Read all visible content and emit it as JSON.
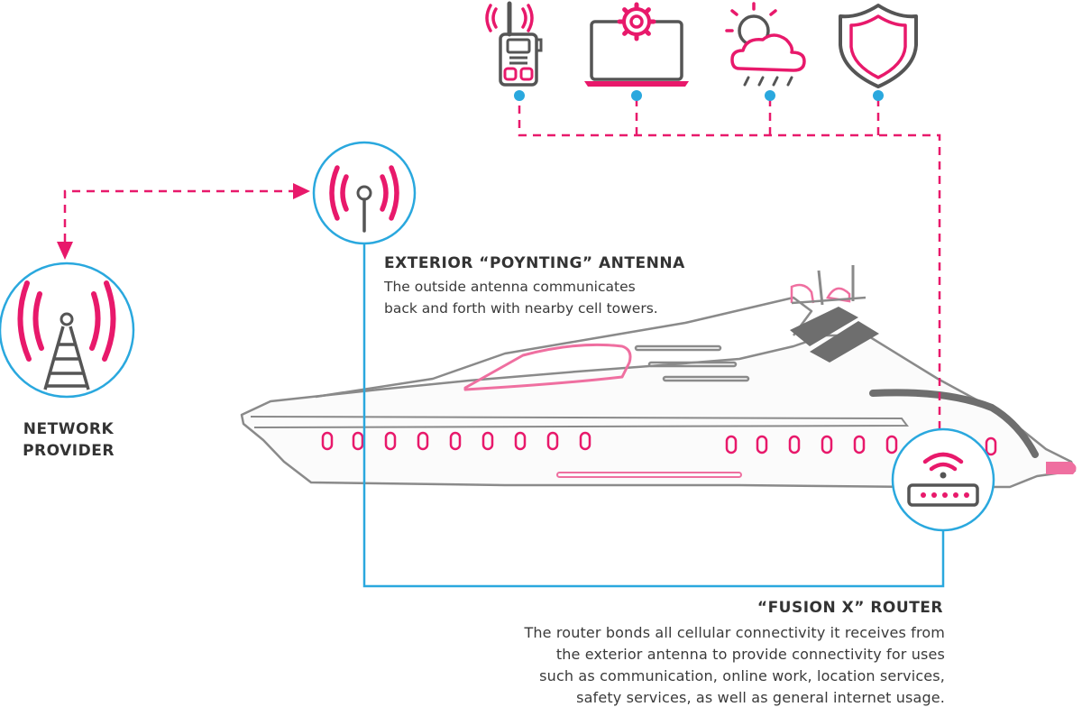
{
  "colors": {
    "pink": "#e8196b",
    "pink_light": "#ef6fa0",
    "blue": "#2aa8de",
    "gray": "#555555",
    "gray_light": "#8a8a8a",
    "hull_fill": "#fbfbfb"
  },
  "network_provider": {
    "icon": "cell-tower-icon",
    "title_lines": [
      "NETWORK",
      "PROVIDER"
    ]
  },
  "antenna": {
    "icon": "antenna-icon",
    "title": "EXTERIOR “POYNTING” ANTENNA",
    "body_lines": [
      "The outside antenna communicates",
      "back and forth with nearby cell towers."
    ]
  },
  "router": {
    "icon": "wifi-router-icon",
    "title": "“FUSION X” ROUTER",
    "body_lines": [
      "The router bonds all cellular connectivity it receives from",
      "the exterior antenna to provide connectivity for uses",
      "such as communication, online work, location services,",
      "safety services, as well as general internet usage."
    ]
  },
  "service_icons": [
    {
      "icon": "walkie-talkie-icon"
    },
    {
      "icon": "laptop-settings-icon"
    },
    {
      "icon": "weather-icon"
    },
    {
      "icon": "security-shield-icon"
    }
  ],
  "vessel": {
    "icon": "yacht-illustration"
  }
}
